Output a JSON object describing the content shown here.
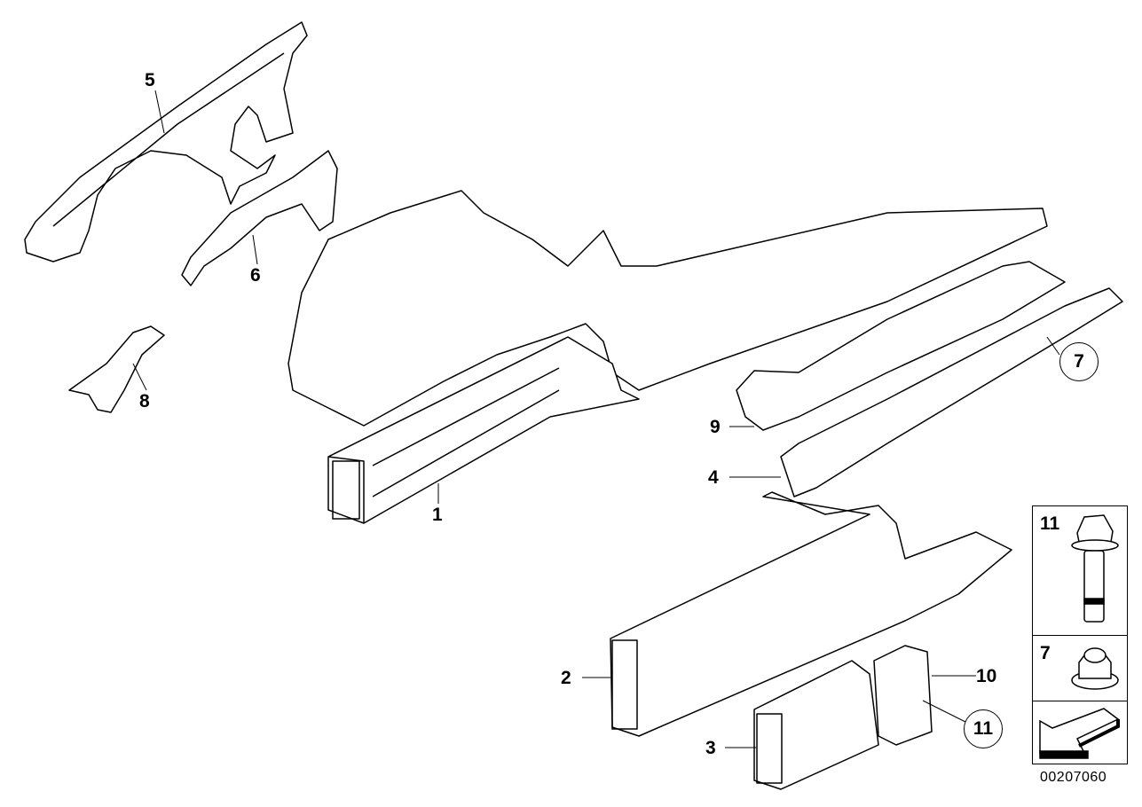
{
  "diagram": {
    "callouts": {
      "part1": "1",
      "part2": "2",
      "part3": "3",
      "part4": "4",
      "part5": "5",
      "part6": "6",
      "part7": "7",
      "part8": "8",
      "part9": "9",
      "part10": "10",
      "part11": "11"
    },
    "legend": {
      "bolt_number": "11",
      "nut_number": "7"
    },
    "document_number": "00207060"
  }
}
